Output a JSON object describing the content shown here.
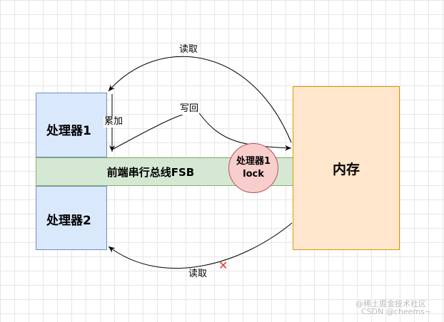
{
  "processor1": {
    "label": "处理器1"
  },
  "processor2": {
    "label": "处理器2"
  },
  "memory": {
    "label": "内存"
  },
  "bus": {
    "label": "前端串行总线FSB"
  },
  "lock": {
    "line1": "处理器1",
    "line2": "lock"
  },
  "arrows": {
    "read_top": "读取",
    "accumulate": "累加",
    "write_back": "写回",
    "read_bottom": "读取"
  },
  "blocked_mark": "✕",
  "watermark": {
    "line1": "@稀土掘金技术社区",
    "line2": "CSDN @cheems~"
  },
  "colors": {
    "processor_fill": "#dae8fc",
    "processor_border": "#6c8ebf",
    "memory_fill": "#ffe6cc",
    "memory_border": "#d79b00",
    "bus_fill": "#d5e8d4",
    "bus_border": "#82b366",
    "lock_fill": "#f8cecc",
    "lock_border": "#b85450",
    "blocked": "#e53935"
  }
}
